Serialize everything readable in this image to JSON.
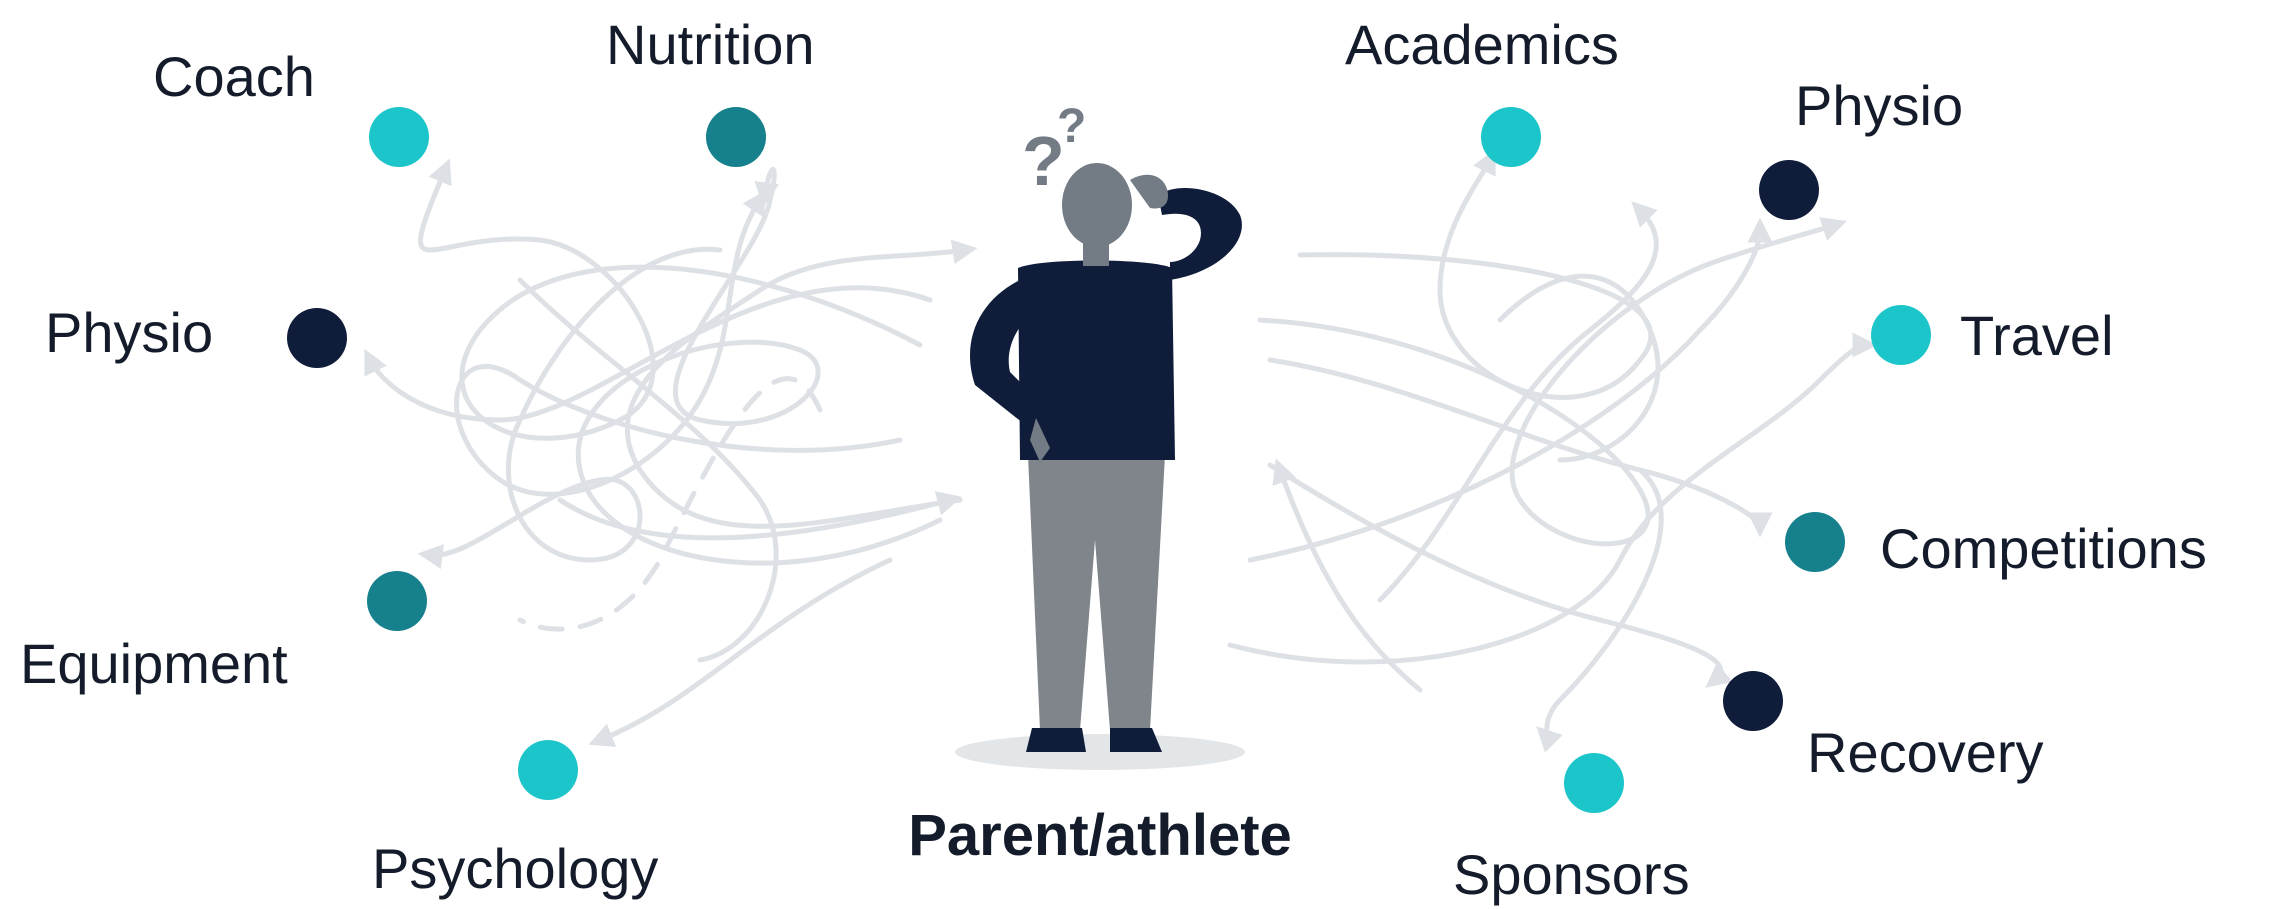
{
  "center": {
    "label": "Parent/athlete"
  },
  "colors": {
    "teal_light": "#1cc5c9",
    "teal_dark": "#16818d",
    "navy": "#0f1d3a",
    "lines": "#dde1e5",
    "person_shirt": "#0f1d3a",
    "person_skin": "#737b84",
    "person_pants": "#7f858b"
  },
  "question_marks": [
    "?",
    "?"
  ],
  "nodes": [
    {
      "id": "coach",
      "label": "Coach",
      "color": "teal_light"
    },
    {
      "id": "nutrition",
      "label": "Nutrition",
      "color": "teal_dark"
    },
    {
      "id": "physio-left",
      "label": "Physio",
      "color": "navy"
    },
    {
      "id": "equipment",
      "label": "Equipment",
      "color": "teal_dark"
    },
    {
      "id": "psychology",
      "label": "Psychology",
      "color": "teal_light"
    },
    {
      "id": "academics",
      "label": "Academics",
      "color": "teal_light"
    },
    {
      "id": "physio-right",
      "label": "Physio",
      "color": "navy"
    },
    {
      "id": "travel",
      "label": "Travel",
      "color": "teal_light"
    },
    {
      "id": "competitions",
      "label": "Competitions",
      "color": "teal_dark"
    },
    {
      "id": "recovery",
      "label": "Recovery",
      "color": "navy"
    },
    {
      "id": "sponsors",
      "label": "Sponsors",
      "color": "teal_light"
    }
  ]
}
